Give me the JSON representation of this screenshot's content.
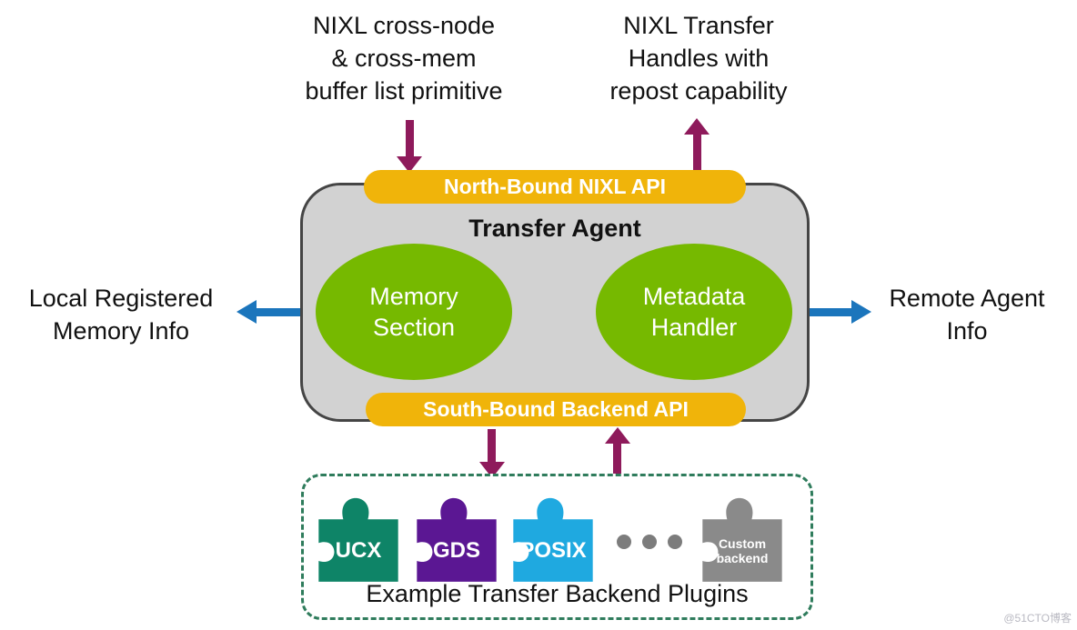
{
  "top_labels": {
    "north_input": "NIXL cross-node\n& cross-mem\nbuffer list primitive",
    "north_output": "NIXL Transfer\nHandles with\nrepost capability"
  },
  "agent": {
    "title": "Transfer Agent",
    "north_api_label": "North-Bound NIXL API",
    "south_api_label": "South-Bound Backend API",
    "memory_section_label": "Memory\nSection",
    "metadata_handler_label": "Metadata\nHandler"
  },
  "side_labels": {
    "left": "Local Registered\nMemory Info",
    "right": "Remote Agent\nInfo"
  },
  "plugins": {
    "caption": "Example Transfer Backend Plugins",
    "items": [
      {
        "label": "UCX",
        "color": "#0E8467"
      },
      {
        "label": "GDS",
        "color": "#5B1793"
      },
      {
        "label": "POSIX",
        "color": "#1FA9E0"
      },
      {
        "label": "Custom\nbackend",
        "color": "#8A8A8A"
      }
    ]
  },
  "watermark": "@51CTO博客",
  "colors": {
    "agent_box_fill": "#D2D2D2",
    "agent_box_border": "#454545",
    "api_pill": "#F0B40A",
    "ellipse_green": "#76B900",
    "arrow_maroon": "#8E1A5B",
    "arrow_blue": "#1B75BC",
    "plugins_dashed_border": "#2F7C5C",
    "ellipsis_dots": "#7C7C7C"
  }
}
